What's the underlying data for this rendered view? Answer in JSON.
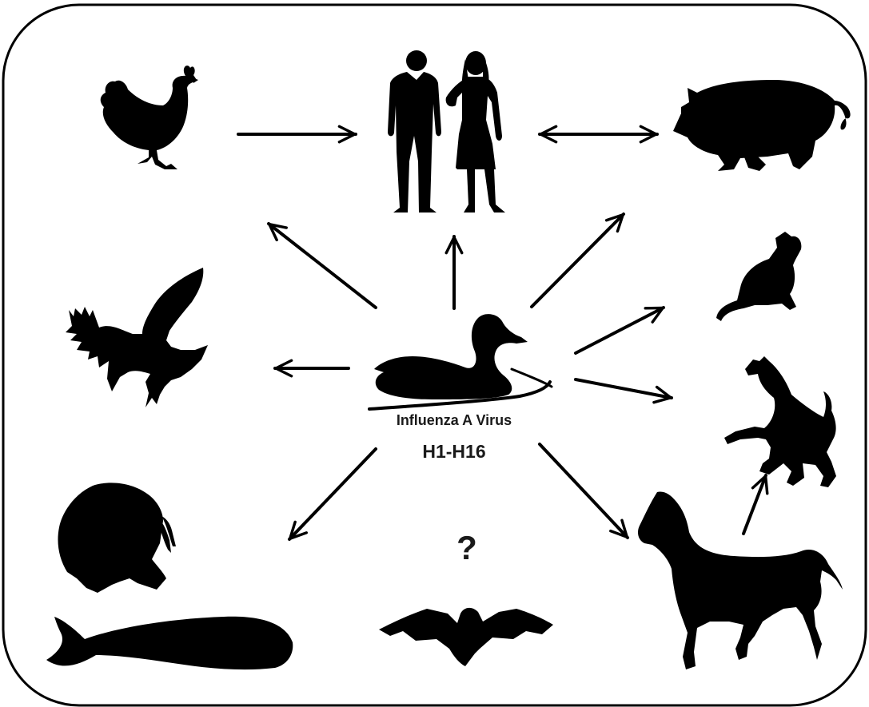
{
  "diagram": {
    "center": {
      "name": "duck",
      "label": "Influenza A Virus",
      "subtype": "H1-H16"
    },
    "unknown_marker": "?",
    "colors": {
      "ink": "#000000",
      "background": "#ffffff"
    },
    "hosts": [
      {
        "name": "chicken"
      },
      {
        "name": "humans"
      },
      {
        "name": "pig"
      },
      {
        "name": "wild-bird"
      },
      {
        "name": "cat"
      },
      {
        "name": "dog"
      },
      {
        "name": "walrus"
      },
      {
        "name": "whale"
      },
      {
        "name": "bat"
      },
      {
        "name": "horse"
      }
    ],
    "links": [
      {
        "from": "chicken",
        "to": "humans",
        "direction": "one-way"
      },
      {
        "from": "humans",
        "to": "pig",
        "direction": "two-way"
      },
      {
        "from": "duck",
        "to": "chicken",
        "direction": "one-way"
      },
      {
        "from": "duck",
        "to": "humans",
        "direction": "one-way"
      },
      {
        "from": "duck",
        "to": "pig",
        "direction": "one-way"
      },
      {
        "from": "duck",
        "to": "wild-bird",
        "direction": "one-way"
      },
      {
        "from": "duck",
        "to": "cat",
        "direction": "one-way"
      },
      {
        "from": "duck",
        "to": "dog",
        "direction": "one-way"
      },
      {
        "from": "duck",
        "to": "marine-mammals",
        "direction": "one-way"
      },
      {
        "from": "duck",
        "to": "horse",
        "direction": "one-way"
      },
      {
        "from": "horse",
        "to": "dog",
        "direction": "one-way"
      }
    ]
  }
}
